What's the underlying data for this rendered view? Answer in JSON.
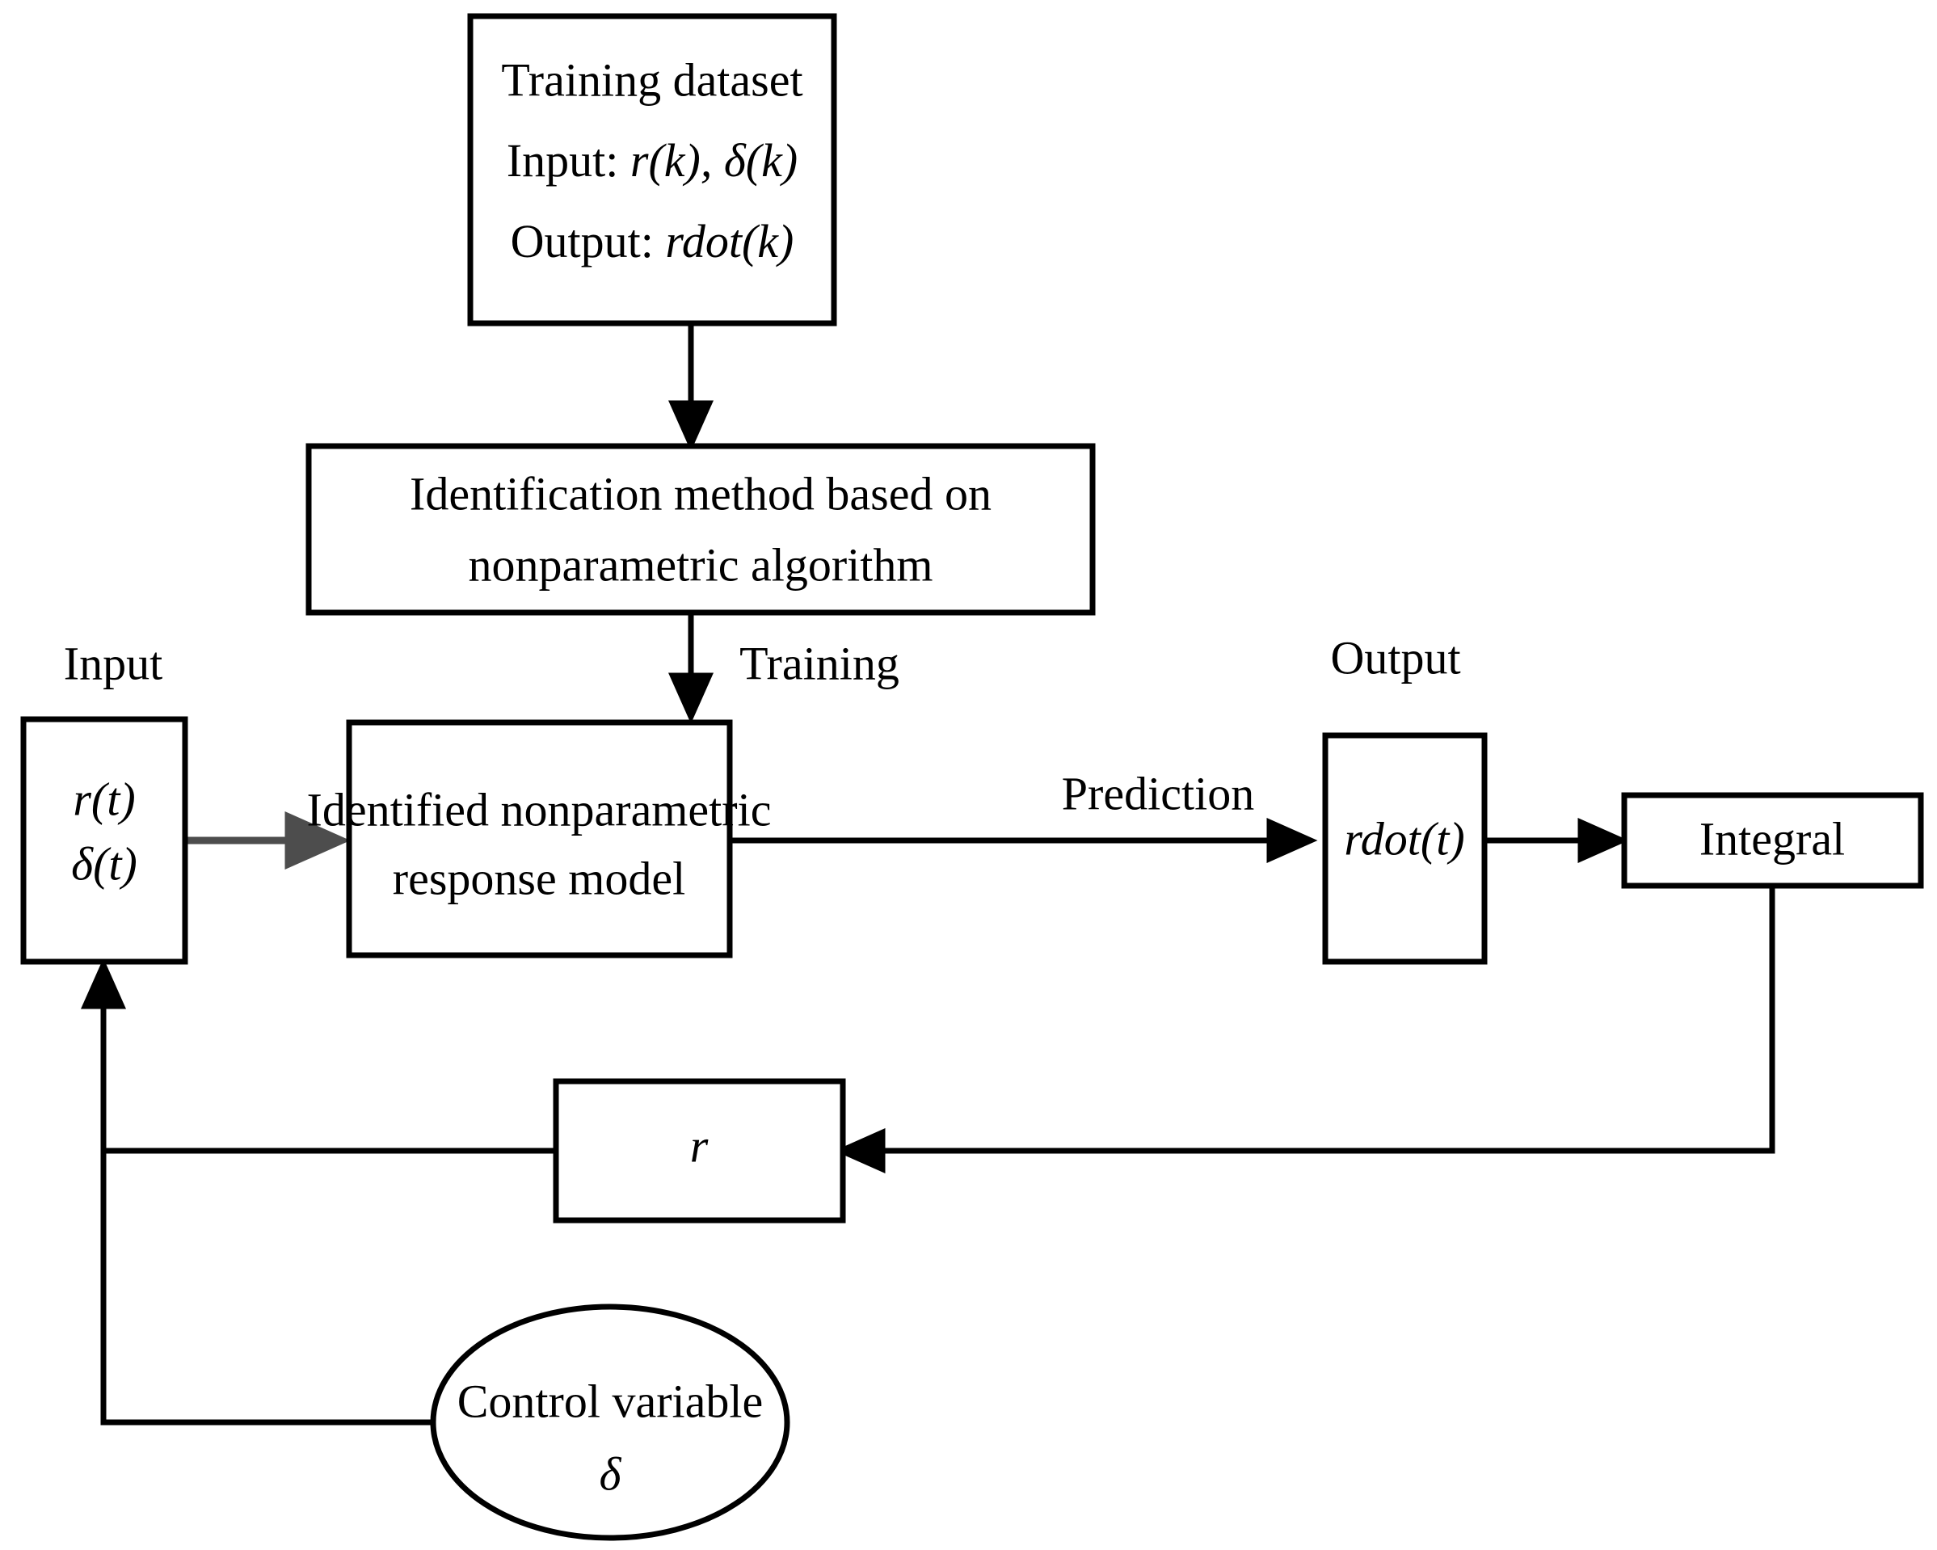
{
  "diagram": {
    "title": "Nonparametric response model identification block diagram",
    "colors": {
      "stroke": "#000000",
      "background": "#ffffff",
      "gray_arrow": "#4d4d4d"
    },
    "nodes": {
      "training_dataset": {
        "shape": "rectangle",
        "line1": "Training dataset",
        "line2_prefix": "Input: ",
        "line2_math": "r(k), δ(k)",
        "line3_prefix": "Output:  ",
        "line3_math": "rdot(k)"
      },
      "identification_method": {
        "shape": "rectangle",
        "line1": "Identification method based on",
        "line2": "nonparametric algorithm"
      },
      "input_signals": {
        "shape": "rectangle",
        "line1": "r(t)",
        "line2": "δ(t)"
      },
      "response_model": {
        "shape": "rectangle",
        "line1": "Identified nonparametric",
        "line2": "response model"
      },
      "rdot_output": {
        "shape": "rectangle",
        "label": "rdot(t)"
      },
      "integral": {
        "shape": "rectangle",
        "label": "Integral"
      },
      "r_feedback": {
        "shape": "rectangle",
        "label": "r"
      },
      "control_variable": {
        "shape": "ellipse",
        "line1": "Control variable",
        "line2": "δ"
      }
    },
    "edge_labels": {
      "input": "Input",
      "training": "Training",
      "output": "Output",
      "prediction": "Prediction"
    }
  }
}
